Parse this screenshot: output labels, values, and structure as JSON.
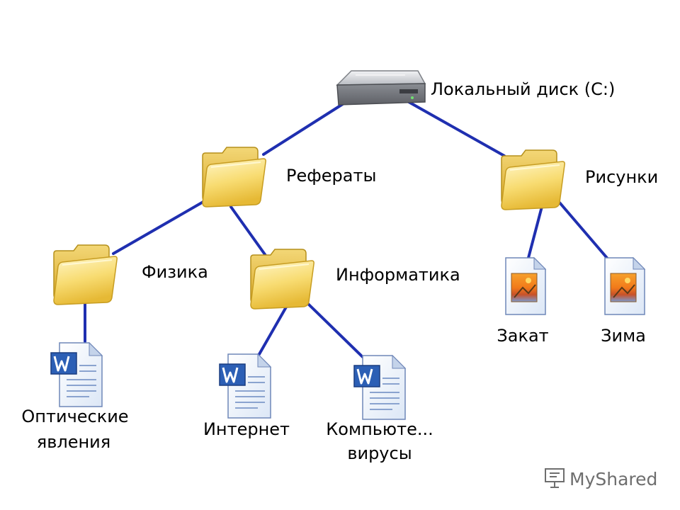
{
  "tree": {
    "root": {
      "label": "Локальный диск (C:)",
      "icon": "hard-drive-icon"
    },
    "referaty": {
      "label": "Рефераты",
      "icon": "folder-icon"
    },
    "risunki": {
      "label": "Рисунки",
      "icon": "folder-icon"
    },
    "fizika": {
      "label": "Физика",
      "icon": "folder-icon"
    },
    "informatika": {
      "label": "Информатика",
      "icon": "folder-icon"
    },
    "zakat": {
      "label": "Закат",
      "icon": "image-file-icon"
    },
    "zima": {
      "label": "Зима",
      "icon": "image-file-icon"
    },
    "opticheskie": {
      "label_line1": "Оптические",
      "label_line2": "явления",
      "icon": "word-document-icon"
    },
    "internet": {
      "label": "Интернет",
      "icon": "word-document-icon"
    },
    "kompyuter": {
      "label_line1": "Компьюте...",
      "label_line2": "вирусы",
      "icon": "word-document-icon"
    }
  },
  "watermark": {
    "text": "MyShared"
  },
  "colors": {
    "connector": "#1f2fb0",
    "folder": "#f5d462",
    "drive": "#a9acb2"
  }
}
